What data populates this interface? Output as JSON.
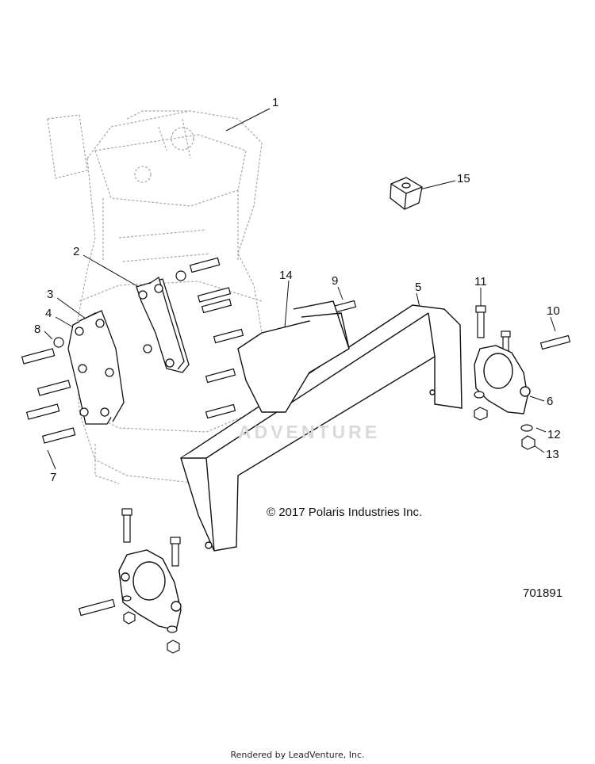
{
  "callouts": [
    "1",
    "2",
    "3",
    "4",
    "5",
    "6",
    "7",
    "8",
    "9",
    "10",
    "11",
    "12",
    "13",
    "14",
    "15"
  ],
  "copyright": "© 2017 Polaris Industries Inc.",
  "diagram_number": "701891",
  "watermark": "ADVENTURE",
  "footer": "Rendered by LeadVenture, Inc.",
  "colors": {
    "line": "#111111",
    "ghost": "#9a9a9a",
    "watermark": "#d9d9d9"
  }
}
